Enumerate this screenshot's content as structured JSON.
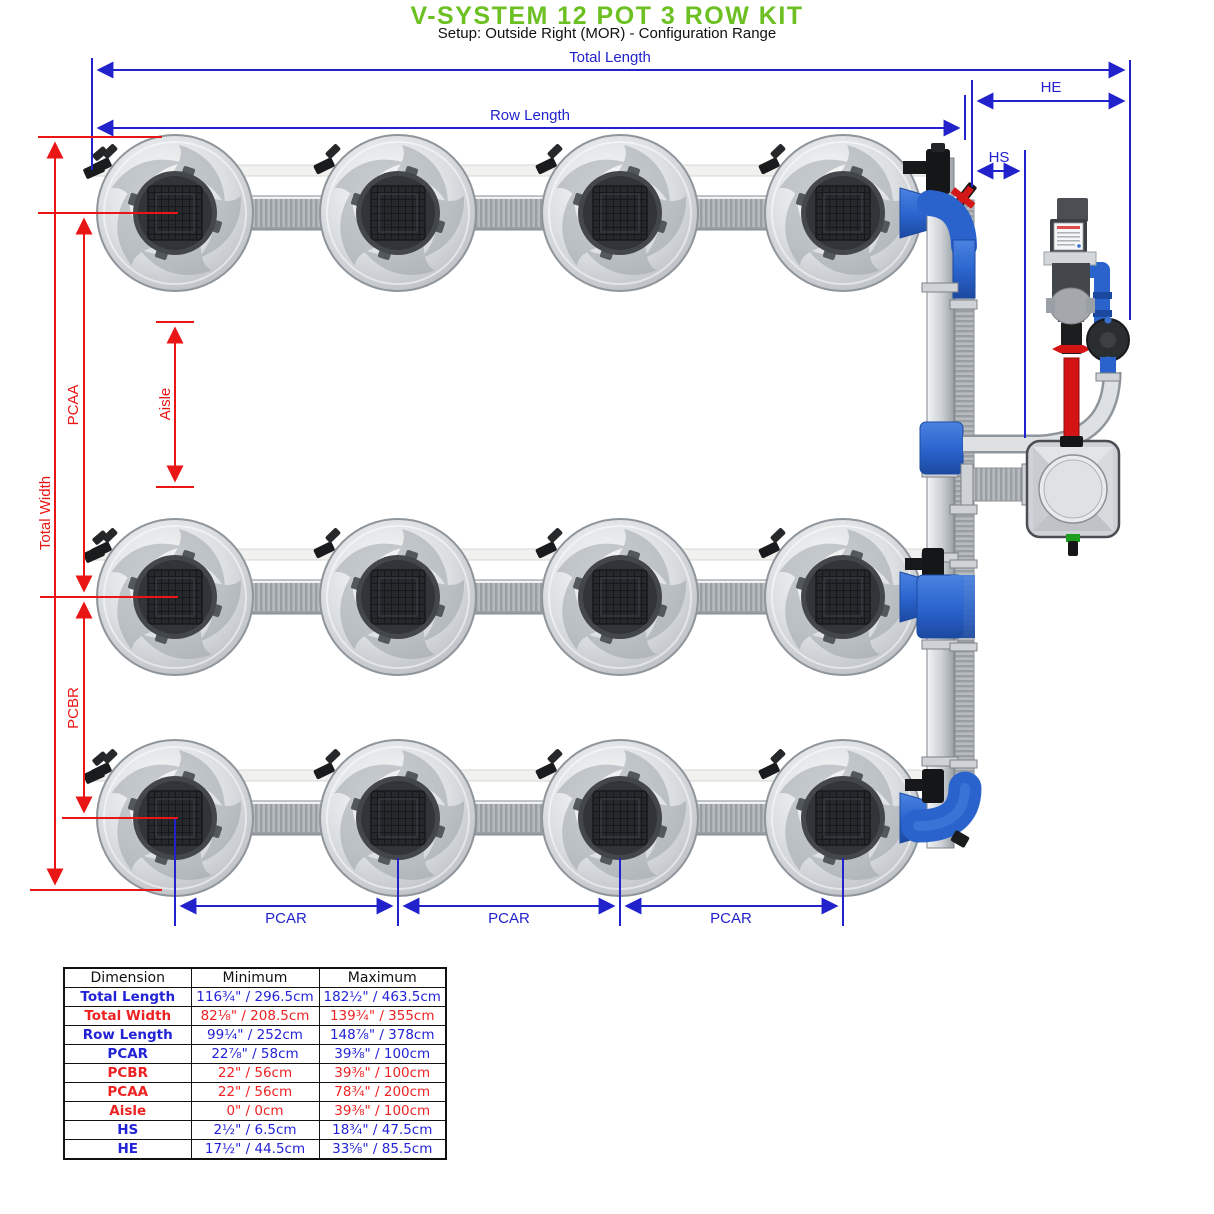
{
  "title": "V-SYSTEM 12 POT 3 ROW KIT",
  "subtitle": "Setup: Outside Right (MOR) - Configuration Range",
  "colors": {
    "title_green": "#6cc022",
    "dimension_blue": "#2222cc",
    "dimension_red": "#ea1515",
    "pipe_blue": "#2a63cc",
    "pot_gray": "#d4d8db"
  },
  "labels": {
    "total_length": "Total Length",
    "row_length": "Row Length",
    "he": "HE",
    "hs": "HS",
    "total_width": "Total Width",
    "pcaa": "PCAA",
    "aisle": "Aisle",
    "pcbr": "PCBR",
    "pcar_1": "PCAR",
    "pcar_2": "PCAR",
    "pcar_3": "PCAR"
  },
  "table": {
    "headers": [
      "Dimension",
      "Minimum",
      "Maximum"
    ],
    "rows": [
      {
        "dimension": "Total Length",
        "minimum": "116¾\" / 296.5cm",
        "maximum": "182½\" / 463.5cm",
        "color": "blue"
      },
      {
        "dimension": "Total Width",
        "minimum": "82⅛\" / 208.5cm",
        "maximum": "139¾\" / 355cm",
        "color": "red"
      },
      {
        "dimension": "Row Length",
        "minimum": "99¼\" / 252cm",
        "maximum": "148⅞\" / 378cm",
        "color": "blue"
      },
      {
        "dimension": "PCAR",
        "minimum": "22⅞\" / 58cm",
        "maximum": "39⅜\" / 100cm",
        "color": "blue"
      },
      {
        "dimension": "PCBR",
        "minimum": "22\" / 56cm",
        "maximum": "39⅜\" / 100cm",
        "color": "red"
      },
      {
        "dimension": "PCAA",
        "minimum": "22\" / 56cm",
        "maximum": "78¾\" / 200cm",
        "color": "red"
      },
      {
        "dimension": "Aisle",
        "minimum": "0\" / 0cm",
        "maximum": "39⅜\" / 100cm",
        "color": "red"
      },
      {
        "dimension": "HS",
        "minimum": "2½\" / 6.5cm",
        "maximum": "18¾\" / 47.5cm",
        "color": "blue"
      },
      {
        "dimension": "HE",
        "minimum": "17½\" / 44.5cm",
        "maximum": "33⅝\" / 85.5cm",
        "color": "blue"
      }
    ]
  }
}
